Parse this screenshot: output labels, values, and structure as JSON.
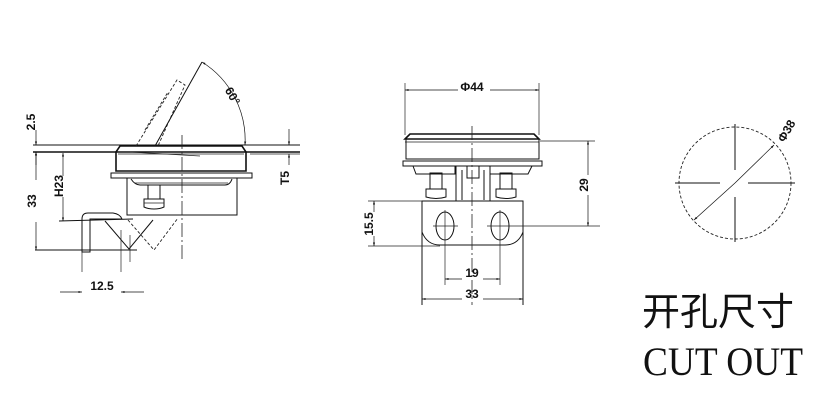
{
  "drawing": {
    "side_view": {
      "dimensions": {
        "flange_thickness": "2.5",
        "total_height": "33",
        "handle_height": "H23",
        "angle": "60°",
        "panel_thickness": "T5",
        "hook_width": "12.5"
      }
    },
    "front_view": {
      "dimensions": {
        "diameter": "Φ44",
        "height": "29",
        "bracket_height": "15.5",
        "hole_spacing": "19",
        "bracket_width": "33"
      }
    },
    "cutout_view": {
      "dimensions": {
        "diameter": "Φ38"
      },
      "title_cn": "开孔尺寸",
      "title_en": "CUT OUT"
    },
    "colors": {
      "line": "#111111",
      "background": "#ffffff"
    }
  }
}
